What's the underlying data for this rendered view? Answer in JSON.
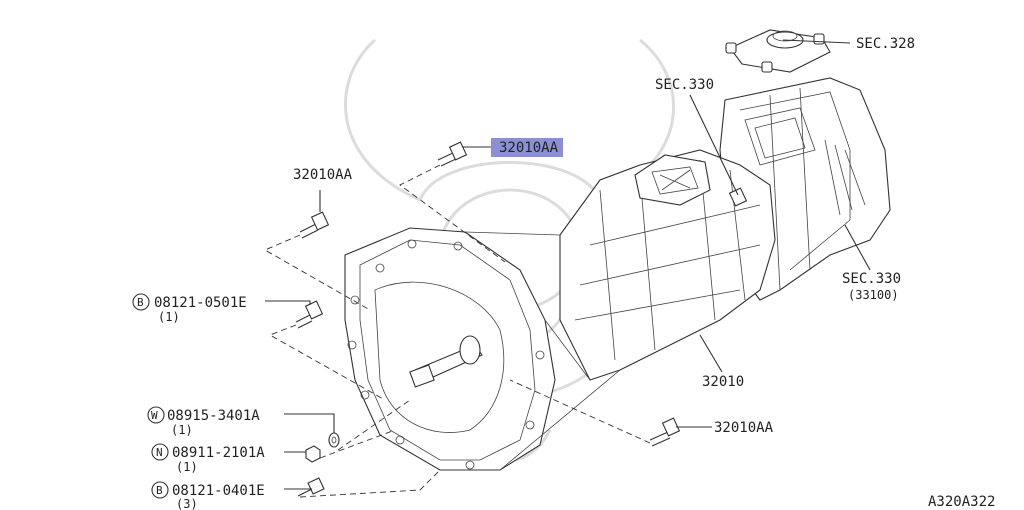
{
  "watermark": "samurai-mask-logo",
  "highlight_color": "#8c8fd6",
  "labels": {
    "sec328": "SEC.328",
    "sec330_top": "SEC.330",
    "sec330_right": "SEC.330",
    "sec330_right_sub": "(33100)",
    "part_32010": "32010",
    "bolt_left_top": "32010AA",
    "bolt_highlighted": "32010AA",
    "bolt_right_bottom": "32010AA",
    "diagram_code": "A320A322"
  },
  "fasteners": [
    {
      "prefix": "B",
      "part": "08121-0501E",
      "qty": "(1)"
    },
    {
      "prefix": "W",
      "part": "08915-3401A",
      "qty": "(1)"
    },
    {
      "prefix": "N",
      "part": "08911-2101A",
      "qty": "(1)"
    },
    {
      "prefix": "B",
      "part": "08121-0401E",
      "qty": "(3)"
    }
  ]
}
